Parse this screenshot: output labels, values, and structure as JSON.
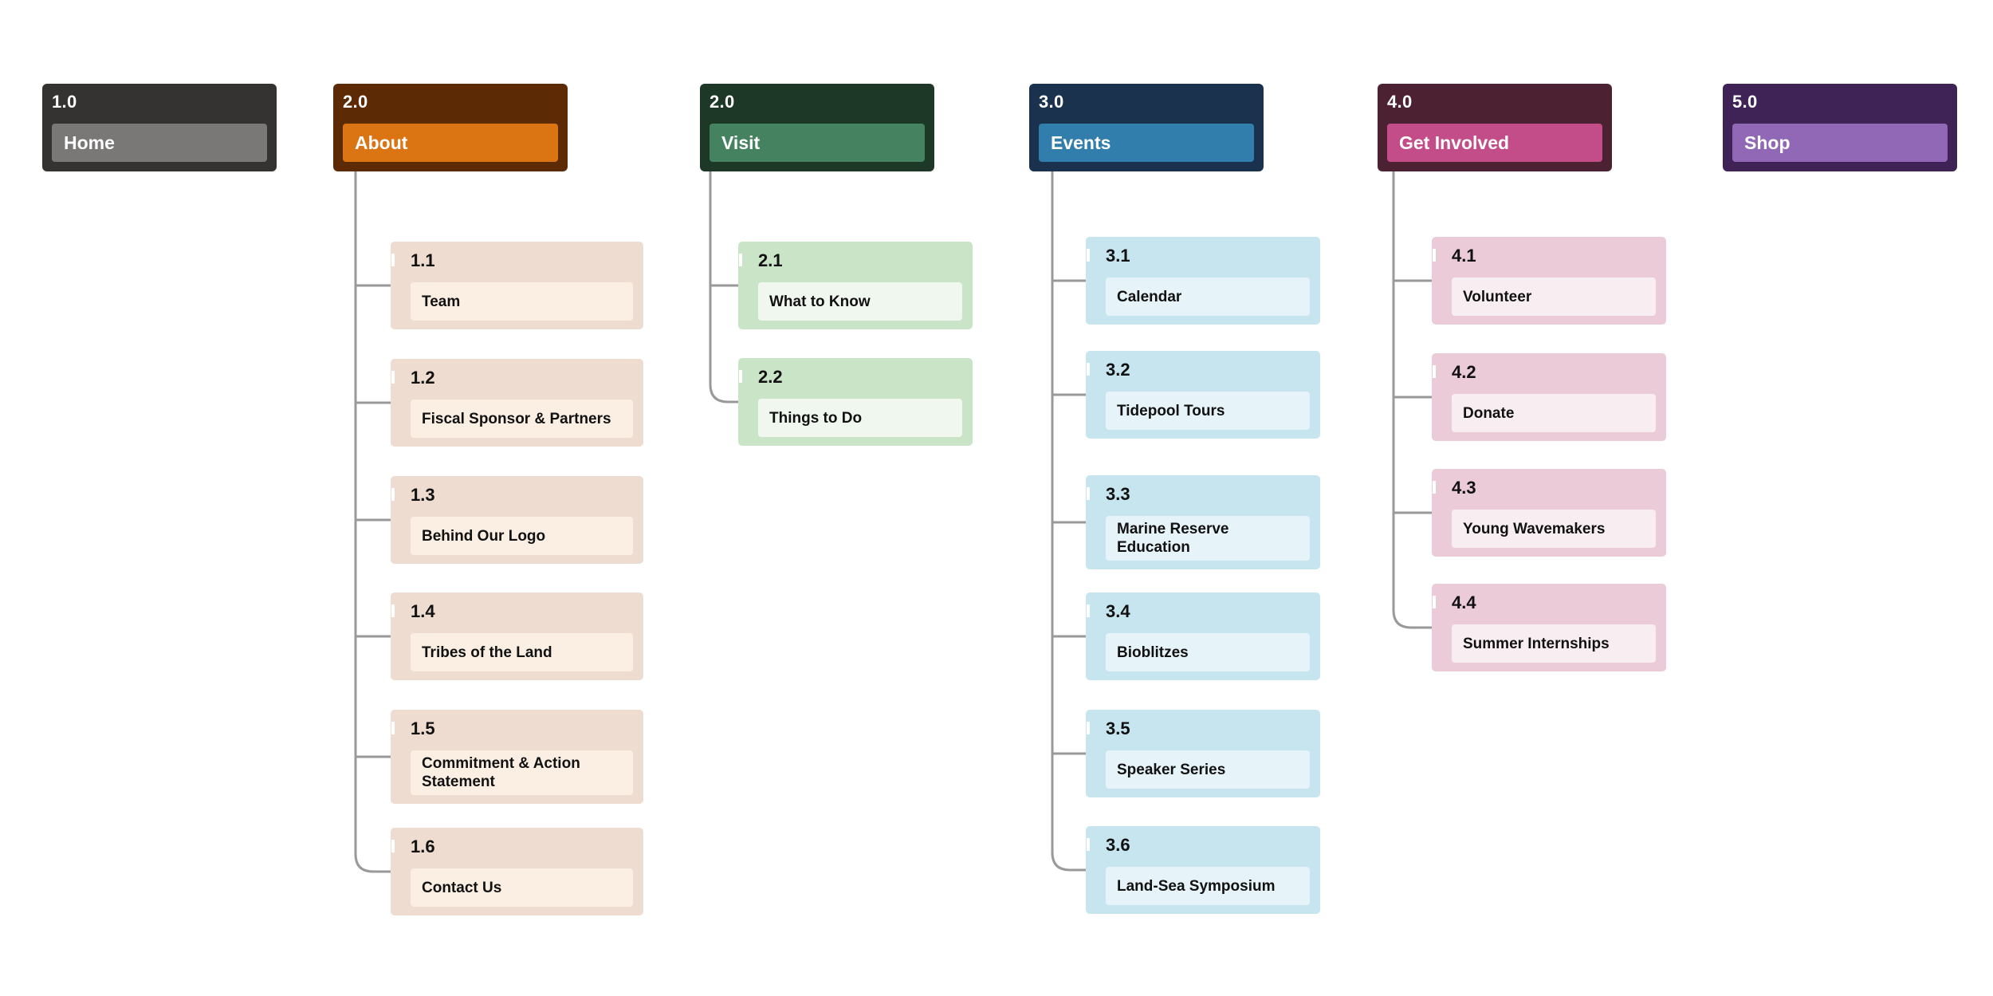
{
  "sitemap": {
    "columns": [
      {
        "number": "1.0",
        "label": "Home",
        "colors": {
          "header": "#353331",
          "label": "#7a7877",
          "child_box": "#eddccf",
          "child_label": "#fbefe4"
        },
        "children": []
      },
      {
        "number": "2.0",
        "label": "About",
        "colors": {
          "header": "#5c2a05",
          "label": "#db7412",
          "child_box": "#eddccf",
          "child_label": "#fbefe4"
        },
        "children": [
          {
            "number": "1.1",
            "label": "Team"
          },
          {
            "number": "1.2",
            "label": "Fiscal Sponsor & Partners"
          },
          {
            "number": "1.3",
            "label": "Behind Our Logo"
          },
          {
            "number": "1.4",
            "label": "Tribes of the Land"
          },
          {
            "number": "1.5",
            "label": "Commitment & Action Statement"
          },
          {
            "number": "1.6",
            "label": "Contact Us"
          }
        ]
      },
      {
        "number": "2.0",
        "label": "Visit",
        "colors": {
          "header": "#1e3828",
          "label": "#458360",
          "child_box": "#c9e4c6",
          "child_label": "#f0f7ef"
        },
        "children": [
          {
            "number": "2.1",
            "label": "What to Know"
          },
          {
            "number": "2.2",
            "label": "Things to Do"
          }
        ]
      },
      {
        "number": "3.0",
        "label": "Events",
        "colors": {
          "header": "#1b324f",
          "label": "#317dab",
          "child_box": "#c7e5ef",
          "child_label": "#e6f3f8"
        },
        "children": [
          {
            "number": "3.1",
            "label": "Calendar"
          },
          {
            "number": "3.2",
            "label": "Tidepool Tours"
          },
          {
            "number": "3.3",
            "label": "Marine Reserve Education"
          },
          {
            "number": "3.4",
            "label": "Bioblitzes"
          },
          {
            "number": "3.5",
            "label": "Speaker Series"
          },
          {
            "number": "3.6",
            "label": "Land-Sea Symposium"
          }
        ]
      },
      {
        "number": "4.0",
        "label": "Get Involved",
        "colors": {
          "header": "#4c2233",
          "label": "#c34d88",
          "child_box": "#eccbd9",
          "child_label": "#f8eef2"
        },
        "children": [
          {
            "number": "4.1",
            "label": "Volunteer"
          },
          {
            "number": "4.2",
            "label": "Donate"
          },
          {
            "number": "4.3",
            "label": "Young Wavemakers"
          },
          {
            "number": "4.4",
            "label": "Summer Internships"
          }
        ]
      },
      {
        "number": "5.0",
        "label": "Shop",
        "colors": {
          "header": "#3f2356",
          "label": "#9068b5",
          "child_box": "#e6dcef",
          "child_label": "#f6f1fa"
        },
        "children": []
      }
    ],
    "connector_color": "#999999"
  }
}
